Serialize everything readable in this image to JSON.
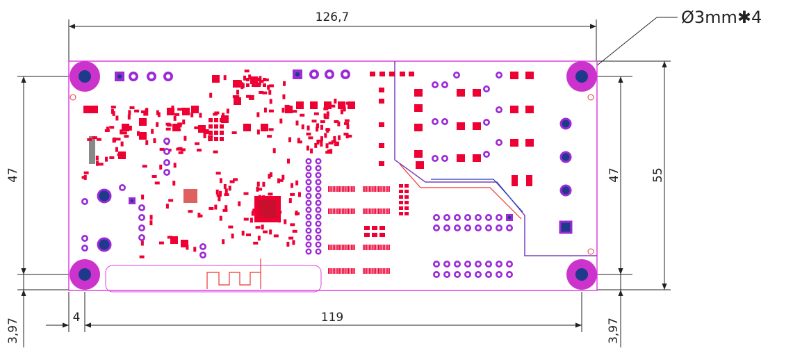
{
  "dimensions": {
    "overall_width": "126,7",
    "hole_spacing_x": "119",
    "hole_offset_x": "4",
    "left_hole_spacing_y": "47",
    "right_hole_spacing_y": "47",
    "overall_height": "55",
    "bottom_left_margin": "3,97",
    "bottom_right_margin": "3,97"
  },
  "callout": {
    "hole_note": "Ø3mm✱4"
  },
  "colors": {
    "board_outline": "#e040e0",
    "pad": "#ee0033",
    "via": "#9b2bd6",
    "hole": "#cc33cc",
    "hole_center": "#1e3a8a",
    "trace_red": "#ee3333",
    "trace_blue": "#1f3fbf",
    "zone_outline": "#7a3fbf",
    "dim_line": "#222222"
  }
}
